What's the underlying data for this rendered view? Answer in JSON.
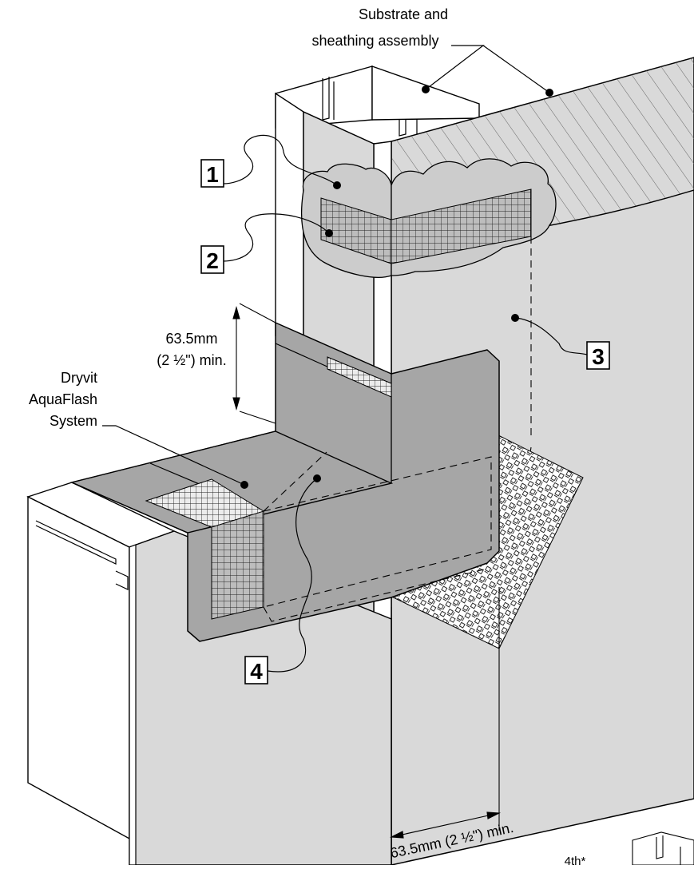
{
  "callouts": {
    "substrate_line1": "Substrate and",
    "substrate_line2": "sheathing assembly",
    "aquaflash_line1": "Dryvit",
    "aquaflash_line2": "AquaFlash",
    "aquaflash_line3": "System",
    "vertical_dim_line1": "63.5mm",
    "vertical_dim_line2": "(2 ½\") min.",
    "horizontal_dim": "63.5mm (2 ½\") min.",
    "partial_text": "4th*"
  },
  "steps": [
    "1",
    "2",
    "3",
    "4"
  ],
  "colors": {
    "panel": "#d9d9d9",
    "flashing": "#a6a6a6",
    "cloud": "#cccccc",
    "line": "#000000"
  }
}
